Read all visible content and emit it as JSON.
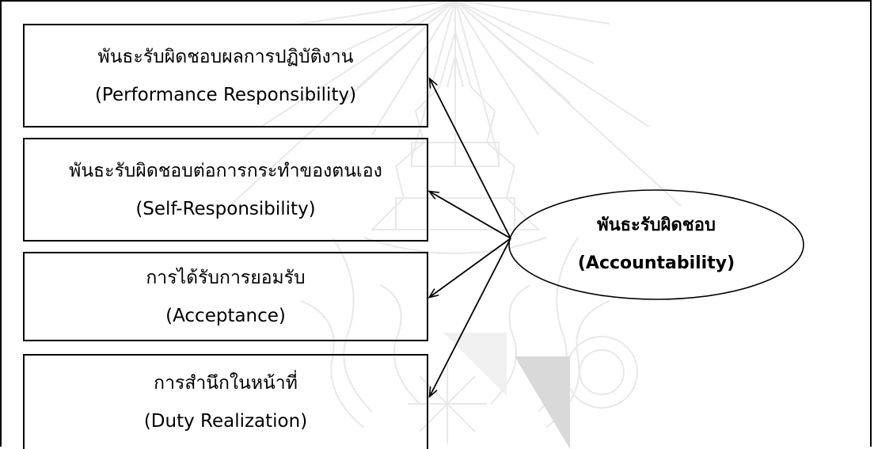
{
  "diagram": {
    "boxes": [
      {
        "line1": "พันธะรับผิดชอบผลการปฏิบัติงาน",
        "line2": "(Performance Responsibility)"
      },
      {
        "line1": "พันธะรับผิดชอบต่อการกระทำของตนเอง",
        "line2": "(Self-Responsibility)"
      },
      {
        "line1": "การได้รับการยอมรับ",
        "line2": "(Acceptance)"
      },
      {
        "line1": "การสำนึกในหน้าที่",
        "line2": "(Duty Realization)"
      }
    ],
    "central": {
      "line1": "พันธะรับผิดชอบ",
      "line2": "(Accountability)"
    }
  }
}
